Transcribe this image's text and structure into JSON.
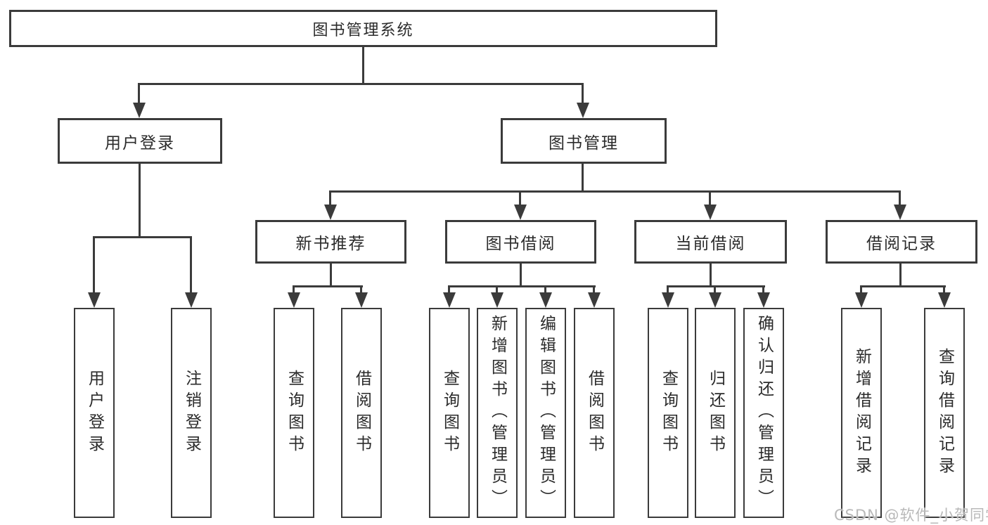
{
  "meta": {
    "background_color": "#ffffff",
    "line_color": "#3b3b3b",
    "text_color": "#2b2b2b",
    "watermark_color": "#b9b9b9"
  },
  "root": "图书管理系统",
  "level2": {
    "user_login": "用户登录",
    "book_mgmt": "图书管理"
  },
  "level3": {
    "new_books": "新书推荐",
    "borrowing": "图书借阅",
    "current": "当前借阅",
    "records": "借阅记录"
  },
  "leaves": {
    "login": [
      "用户登录",
      "注销登录"
    ],
    "new_books": [
      "查询图书",
      "借阅图书"
    ],
    "borrowing": [
      "查询图书",
      "新增图书（管理员）",
      "编辑图书（管理员）",
      "借阅图书"
    ],
    "current": [
      "查询图书",
      "归还图书",
      "确认归还（管理员）"
    ],
    "records": [
      "新增借阅记录",
      "查询借阅记录"
    ]
  },
  "watermark": "CSDN @软件_小贺同学"
}
